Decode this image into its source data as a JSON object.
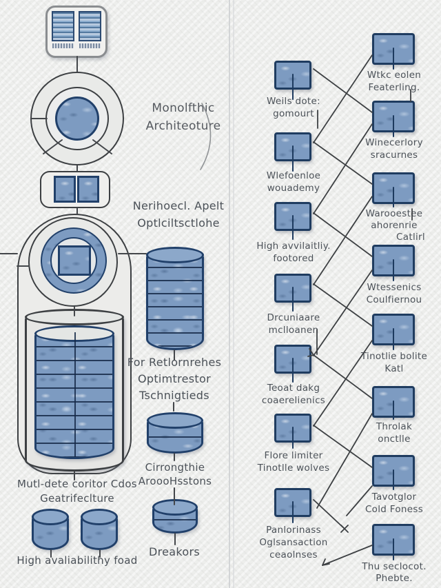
{
  "palette": {
    "paper": "#edeeec",
    "node_fill": "#7d9bc1",
    "node_border": "#1f3c60",
    "stroke": "#3d4043",
    "text": "#4b5158"
  },
  "left_panel": {
    "monolithic_label": [
      "Monolfthic",
      "Architeoture"
    ],
    "api_label": [
      "Nerihoecl. Apelt",
      "Optlciltsctlohe"
    ],
    "performance_label": [
      "For Retlornrehes",
      "Optimtrestor",
      "Tschnigtieds"
    ],
    "multi_dc_label": [
      "Mutl-dete coritor Cdos",
      "Geatrifeclture"
    ],
    "ha_label": "High avaliabilithy foad",
    "sessions_label": [
      "Cirrongthie",
      "AroooHsstons"
    ],
    "breakers_label": "Dreakors"
  },
  "right_panel": {
    "colA": [
      [
        "Weils dote:",
        "gomourt"
      ],
      [
        "Wlefoenloe",
        "wouademy"
      ],
      [
        "High avvilaitliy.",
        "footored"
      ],
      [
        "Drcuniaare",
        "mclloanen"
      ],
      [
        "Teoat dakg",
        "coaerelienics"
      ],
      [
        "Flore limiter",
        "Tinotlle wolves"
      ],
      [
        "Panlorinass",
        "Oglsansaction",
        "ceaolnses"
      ]
    ],
    "colB": [
      [
        "Wtkc eolen",
        "Featerling."
      ],
      [
        "Winecerlory",
        "sracurnes"
      ],
      [
        "Warooestee",
        "ahorenrie",
        "Catlirl"
      ],
      [
        "Wtessenics",
        "Coulfiernou"
      ],
      [
        "Tinotlie bolite",
        "Katl"
      ],
      [
        "Throlak",
        "onctlle"
      ],
      [
        "Tavotglor",
        "Cold Foness"
      ],
      [
        "Thu seclocot.",
        "Phebte."
      ]
    ]
  }
}
